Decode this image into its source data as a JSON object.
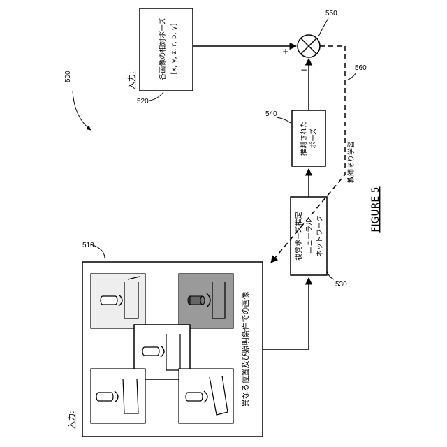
{
  "figure": {
    "number": "500",
    "caption": "FIGURE 5"
  },
  "input_images": {
    "ref": "510",
    "input_label": "入力:",
    "caption": "異なる位置及び照明条件での画像"
  },
  "network": {
    "ref": "530",
    "lines": [
      "視覚ポーズ推定",
      "ニューラル",
      "ネットワーク"
    ]
  },
  "estimated_pose": {
    "ref": "540",
    "lines": [
      "推測された",
      "ポーズ"
    ]
  },
  "relative_pose": {
    "ref": "520",
    "input_label": "入力:",
    "lines": [
      "各画像の相対ポーズ",
      "[x, y, z, r, p, y]"
    ]
  },
  "comparator": {
    "ref": "550",
    "plus": "+",
    "minus": "−"
  },
  "feedback": {
    "ref": "560",
    "label": "教師あり学習"
  }
}
